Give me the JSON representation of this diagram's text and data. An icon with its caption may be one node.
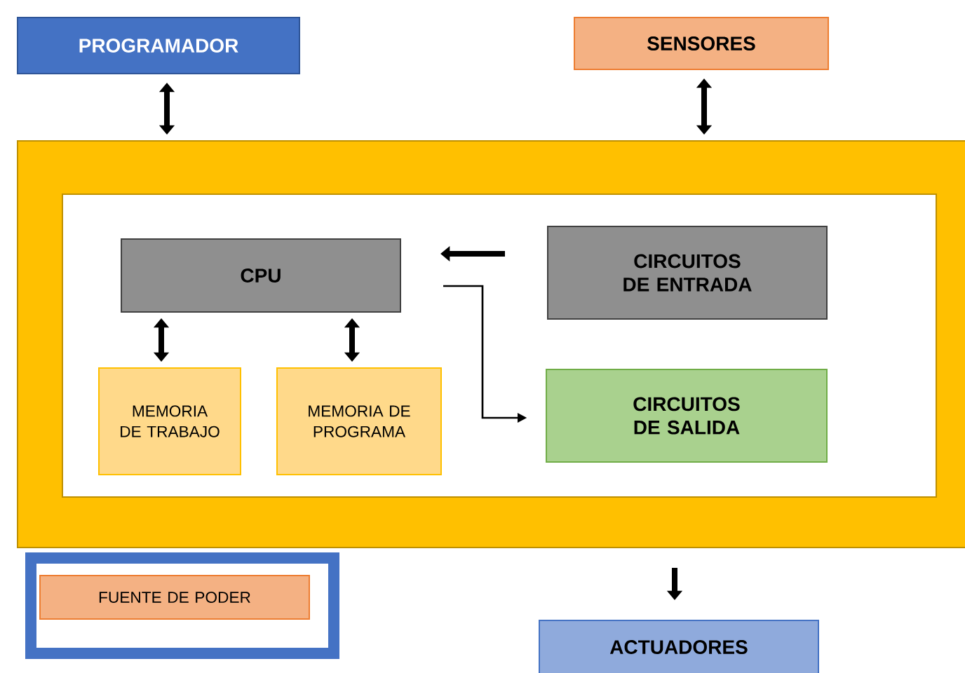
{
  "diagram": {
    "nodes": [
      {
        "text": [
          "PROGRAMADOR"
        ]
      },
      {
        "text": [
          "SENSORES"
        ]
      },
      {
        "text": [],
        "shape": "box"
      },
      {
        "text": [],
        "shape": "box",
        "in": 2
      },
      {
        "text": [
          "CPU"
        ],
        "in": 3
      },
      {
        "text": [
          "CIRCUITOS DE ENTRADA"
        ],
        "in": 3
      },
      {
        "text": [
          "MEMORIA DE TRABAJO"
        ],
        "in": 3
      },
      {
        "text": [
          "MEMORIA DE PROGRAMA"
        ],
        "in": 3
      },
      {
        "text": [
          "CIRCUITOS DE SALIDA"
        ],
        "in": 3
      },
      {
        "text": [],
        "shape": "box"
      },
      {
        "text": [
          "FUENTE DE PODER"
        ],
        "in": 9
      },
      {
        "text": [
          "ACTUADORES"
        ]
      }
    ],
    "edges": [
      {
        "from": 0,
        "to": 2,
        "arrow": "both"
      },
      {
        "from": 1,
        "to": 2,
        "arrow": "both"
      },
      {
        "from": 5,
        "to": 4,
        "arrow": "to"
      },
      {
        "from": 4,
        "to": 8,
        "arrow": "to"
      },
      {
        "from": 4,
        "to": 6,
        "arrow": "both"
      },
      {
        "from": 4,
        "to": 7,
        "arrow": "both"
      },
      {
        "from": 2,
        "to": 11,
        "arrow": "to"
      }
    ]
  }
}
